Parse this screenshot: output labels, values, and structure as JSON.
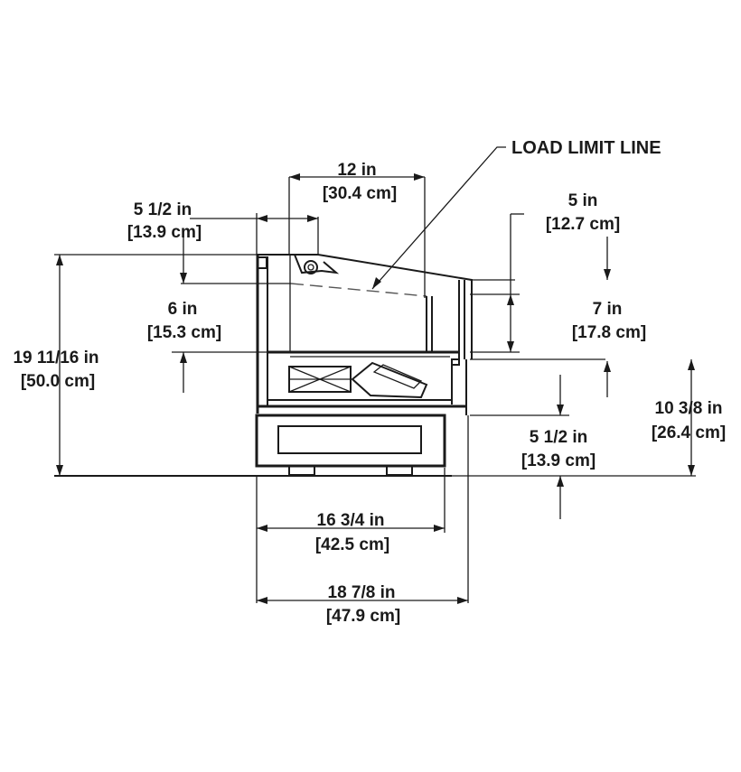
{
  "callout": {
    "label": "LOAD LIMIT LINE"
  },
  "dims": {
    "top_width": {
      "in": "12 in",
      "cm": "[30.4 cm]"
    },
    "front_setback": {
      "in": "5 1/2 in",
      "cm": "[13.9 cm]"
    },
    "rear_drop": {
      "in": "5 in",
      "cm": "[12.7 cm]"
    },
    "front_glass": {
      "in": "6 in",
      "cm": "[15.3 cm]"
    },
    "rear_opening": {
      "in": "7 in",
      "cm": "[17.8 cm]"
    },
    "overall_height": {
      "in": "19 11/16 in",
      "cm": "[50.0 cm]"
    },
    "counter_height": {
      "in": "10 3/8 in",
      "cm": "[26.4 cm]"
    },
    "base_height": {
      "in": "5 1/2 in",
      "cm": "[13.9 cm]"
    },
    "base_depth": {
      "in": "16 3/4 in",
      "cm": "[42.5 cm]"
    },
    "overall_depth": {
      "in": "18 7/8 in",
      "cm": "[47.9 cm]"
    }
  },
  "colors": {
    "ink": "#1a1a1a",
    "dash": "#555555"
  }
}
